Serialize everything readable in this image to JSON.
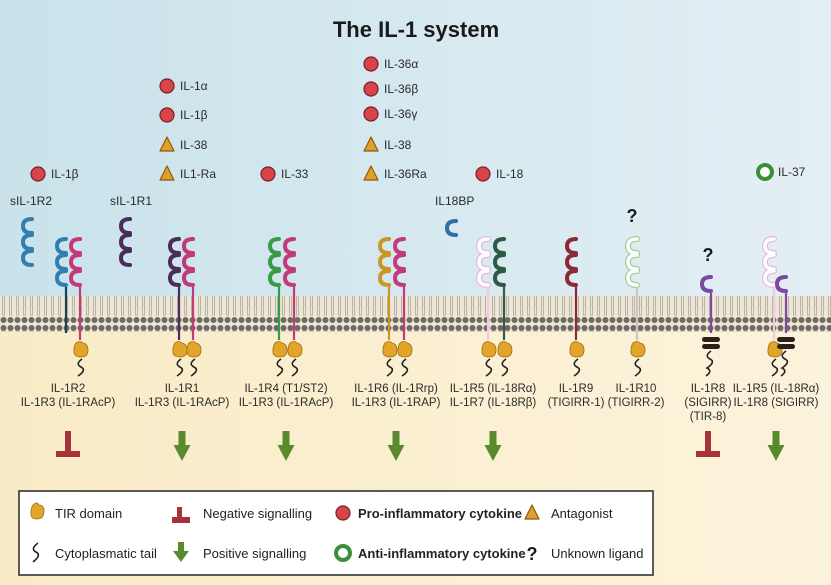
{
  "title": "The IL-1 system",
  "colors": {
    "top_bg": "#d2e7ee",
    "bottom_bg": "#fbf0cf",
    "pro": "#d9434a",
    "pro_stroke": "#7a1f25",
    "antag": "#e0a02a",
    "antag_stroke": "#8a5a10",
    "anti": "#3a8f3a",
    "neg": "#a8323a",
    "pos": "#5a8a2e",
    "tir": "#e2a52a",
    "tail": "#222222"
  },
  "ligand_groups": [
    {
      "items": [
        {
          "type": "pro",
          "label": "IL-1β"
        }
      ]
    },
    {
      "items": [
        {
          "type": "pro",
          "label": "IL-1α"
        },
        {
          "type": "pro",
          "label": "IL-1β"
        },
        {
          "type": "antag",
          "label": "IL-38"
        },
        {
          "type": "antag",
          "label": "IL1-Ra"
        }
      ]
    },
    {
      "items": [
        {
          "type": "pro",
          "label": "IL-33"
        }
      ]
    },
    {
      "items": [
        {
          "type": "pro",
          "label": "IL-36α"
        },
        {
          "type": "pro",
          "label": "IL-36β"
        },
        {
          "type": "pro",
          "label": "IL-36γ"
        },
        {
          "type": "antag",
          "label": "IL-38"
        },
        {
          "type": "antag",
          "label": "IL-36Ra"
        }
      ]
    },
    {
      "items": [
        {
          "type": "pro",
          "label": "IL-18"
        }
      ]
    },
    {
      "items": [
        {
          "type": "anti",
          "label": "IL-37"
        }
      ]
    }
  ],
  "soluble_labels": [
    "sIL-1R2",
    "sIL-1R1",
    "IL18BP"
  ],
  "unknown_ligand_mark": "?",
  "receptors": [
    {
      "line1": "IL-1R2",
      "line2": "IL-1R3 (IL-1RAcP)",
      "line3": "",
      "signal": "negative"
    },
    {
      "line1": "IL-1R1",
      "line2": "IL-1R3 (IL-1RAcP)",
      "line3": "",
      "signal": "positive"
    },
    {
      "line1": "IL-1R4 (T1/ST2)",
      "line2": "IL-1R3 (IL-1RAcP)",
      "line3": "",
      "signal": "positive"
    },
    {
      "line1": "IL-1R6 (IL-1Rrp)",
      "line2": "IL-1R3  (IL-1RAP)",
      "line3": "",
      "signal": "positive"
    },
    {
      "line1": "IL-1R5 (IL-18Rα)",
      "line2": "IL-1R7 (IL-18Rβ)",
      "line3": "",
      "signal": "positive"
    },
    {
      "line1": "IL-1R9",
      "line2": "(TIGIRR-1)",
      "line3": "",
      "signal": "none"
    },
    {
      "line1": "IL-1R10",
      "line2": "(TIGIRR-2)",
      "line3": "",
      "signal": "none"
    },
    {
      "line1": "IL-1R8",
      "line2": "(SIGIRR)",
      "line3": "(TIR-8)",
      "signal": "negative"
    },
    {
      "line1": "IL-1R5 (IL-18Rα)",
      "line2": "IL-1R8 (SIGIRR)",
      "line3": "",
      "signal": "positive"
    }
  ],
  "legend": {
    "tir_domain": "TIR domain",
    "cyto_tail": "Cytoplasmatic tail",
    "negative": "Negative signalling",
    "positive": "Positive signalling",
    "pro_cytokine": "Pro-inflammatory cytokine",
    "anti_cytokine": "Anti-inflammatory cytokine",
    "antagonist": "Antagonist",
    "unknown": "Unknown ligand"
  }
}
